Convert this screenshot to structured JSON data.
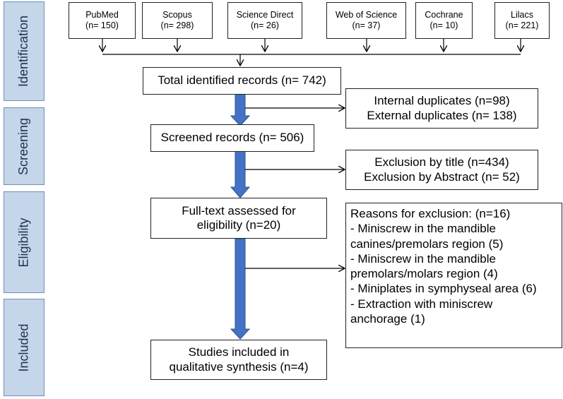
{
  "phases": [
    "Identification",
    "Screening",
    "Eligibility",
    "Included"
  ],
  "sources": [
    {
      "name": "PubMed",
      "count": "(n= 150)"
    },
    {
      "name": "Scopus",
      "count": "(n= 298)"
    },
    {
      "name": "Science Direct",
      "count": "(n= 26)"
    },
    {
      "name": "Web of Science",
      "count": "(n= 37)"
    },
    {
      "name": "Cochrane",
      "count": "(n= 10)"
    },
    {
      "name": "Lilacs",
      "count": "(n= 221)"
    }
  ],
  "main_boxes": {
    "total": "Total identified records (n= 742)",
    "screened": "Screened records (n= 506)",
    "fulltext": [
      "Full-text assessed for",
      "eligibility (n=20)"
    ],
    "included": [
      "Studies included in",
      "qualitative synthesis (n=4)"
    ]
  },
  "side_boxes": {
    "duplicates": [
      "Internal duplicates (n=98)",
      "External duplicates (n= 138)"
    ],
    "exclusion": [
      "Exclusion by title (n=434)",
      "Exclusion by Abstract (n= 52)"
    ],
    "reasons": [
      "Reasons for exclusion: (n=16)",
      "- Miniscrew in the mandible",
      "canines/premolars region (5)",
      "- Miniscrew in the mandible",
      "premolars/molars region (4)",
      "- Miniplates in symphyseal area (6)",
      "- Extraction with miniscrew",
      "anchorage (1)"
    ]
  },
  "colors": {
    "phase_fill": "#c5d5ea",
    "phase_border": "#6f8fb6",
    "thick_arrow": "#4472c4"
  }
}
